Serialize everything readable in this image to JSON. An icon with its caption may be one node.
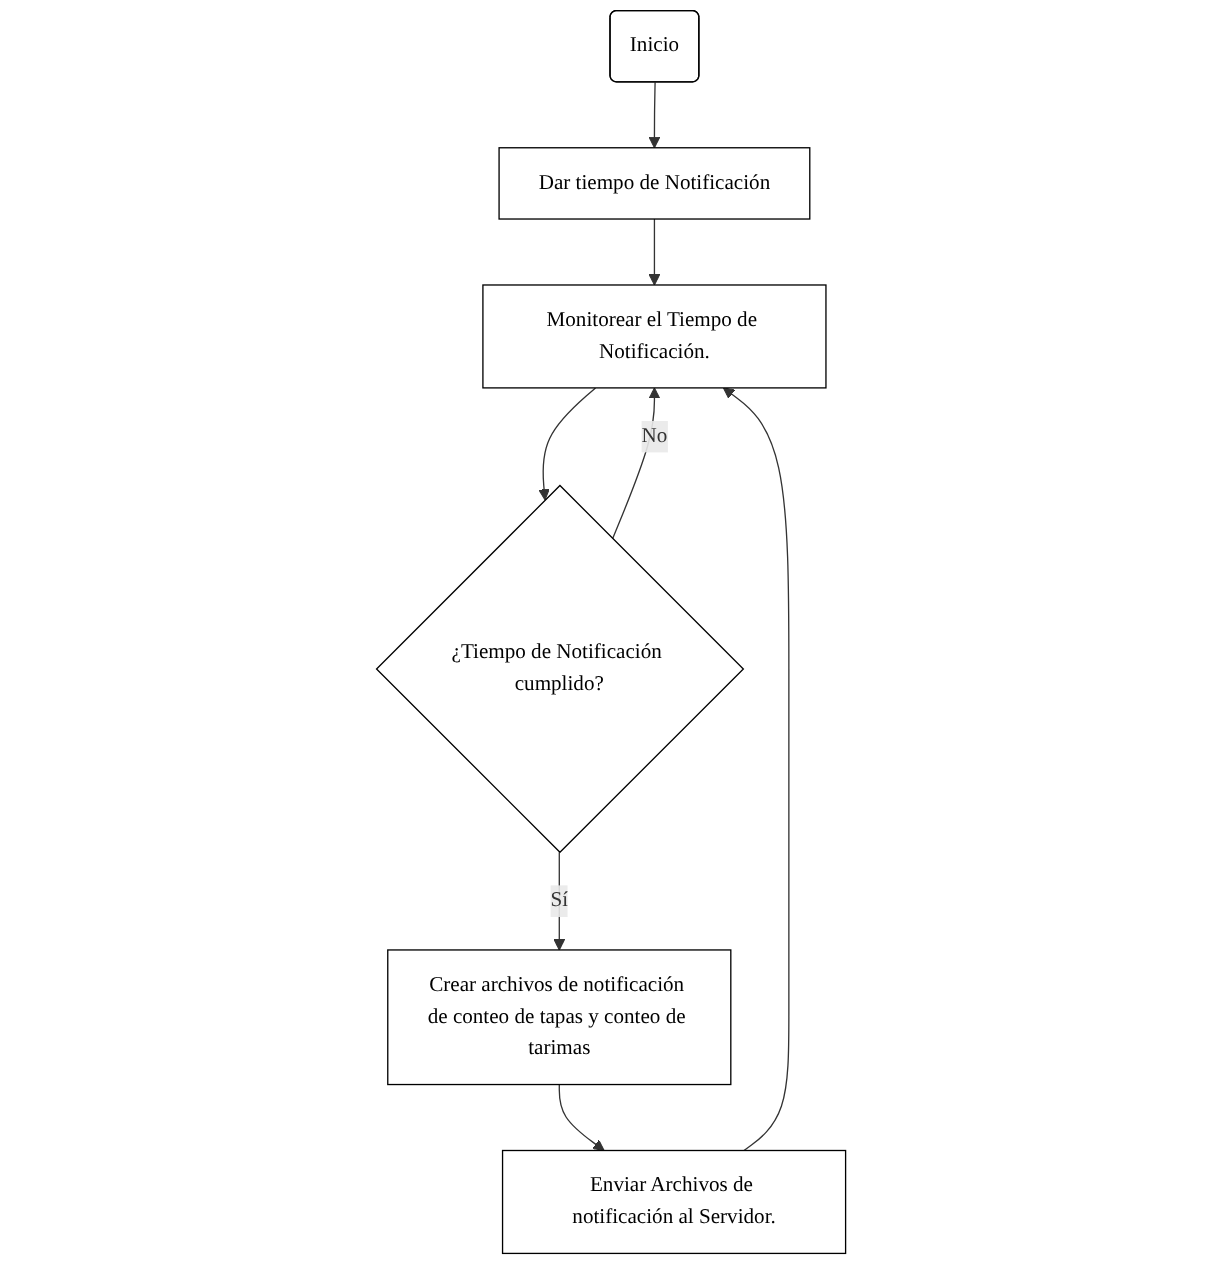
{
  "diagram": {
    "nodes": [
      {
        "text": [
          "Inicio"
        ]
      },
      {
        "text": [
          "Dar tiempo de Notificación"
        ]
      },
      {
        "text": [
          "Monitorear el Tiempo de Notificación."
        ]
      },
      {
        "text": [
          "¿Tiempo de Notificación cumplido?"
        ]
      },
      {
        "text": [
          "Crear archivos de notificación de conteo de tapas y conteo de tarimas"
        ]
      },
      {
        "text": [
          "Enviar Archivos de notificación al Servidor."
        ]
      }
    ],
    "edges": [
      {
        "from": 0,
        "to": 1,
        "arrow": "to"
      },
      {
        "from": 1,
        "to": 2,
        "arrow": "to"
      },
      {
        "from": 2,
        "to": 3,
        "arrow": "to"
      },
      {
        "from": 3,
        "to": 4,
        "arrow": "to",
        "label": "Sí"
      },
      {
        "from": 3,
        "to": 2,
        "arrow": "to",
        "label": "No"
      },
      {
        "from": 4,
        "to": 5,
        "arrow": "to"
      },
      {
        "from": 5,
        "to": 2,
        "arrow": "to"
      }
    ]
  }
}
